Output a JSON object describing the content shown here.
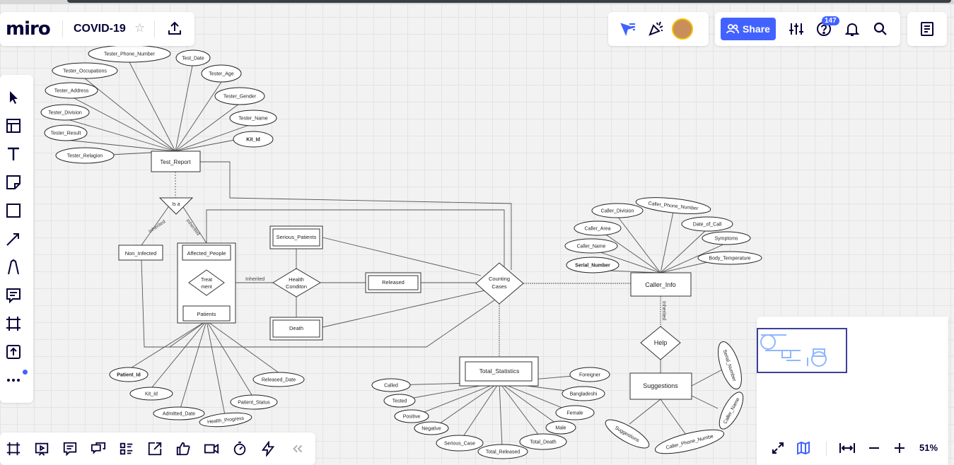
{
  "app": {
    "logo": "miro",
    "board_title": "COVID-19"
  },
  "header": {
    "share_label": "Share",
    "help_badge": "147"
  },
  "zoom": {
    "level": "51%"
  },
  "diagram": {
    "entities": {
      "test_report": "Test_Report",
      "non_infected": "Non_Infected",
      "affected_people": "Affected_People",
      "patients": "Patients",
      "serious_patients": "Serious_Patients",
      "released": "Released",
      "death": "Death",
      "caller_info": "Caller_Info",
      "suggestions": "Suggestions",
      "total_statistics": "Total_Statistics"
    },
    "relations": {
      "is_a": "Is a",
      "treatment_1": "Treat",
      "treatment_2": "ment",
      "health_condition_1": "Health",
      "health_condition_2": "Conditon",
      "counting_cases_1": "Counting",
      "counting_cases_2": "Cases",
      "help": "Help"
    },
    "edge_labels": {
      "inherited_left": "Inherited",
      "inherited_right": "Inherited",
      "inherited_health": "Inherited",
      "inherited_caller": "Inherited"
    },
    "tester_attributes": [
      "Tester_Phone_Number",
      "Test_Date",
      "Tester_Occupations",
      "Tester_Age",
      "Tester_Address",
      "Tester_Gender",
      "Tester_Division",
      "Tester_Name",
      "Tester_Result",
      "Kit_Id",
      "Tester_Relagion"
    ],
    "patient_attributes": [
      "Patient_Id",
      "Kit_Id",
      "Admitted_Date",
      "Health_Progress",
      "Patient_Status",
      "Released_Date"
    ],
    "caller_attributes": [
      "Caller_Division",
      "Caller_Phone_Number",
      "Caller_Area",
      "Date_of_Call",
      "Symptoms",
      "Caller_Name",
      "Serial_Number",
      "Body_Temperature"
    ],
    "statistics_attributes": [
      "Called",
      "Tested",
      "Positive",
      "Negative",
      "Serious_Case",
      "Total_Released",
      "Total_Death",
      "Male",
      "Female",
      "Bangladeshi",
      "Foreigner"
    ],
    "suggestion_attributes": [
      "Serial_Number",
      "Caller_Name",
      "Caller_Phone_Numbe",
      "Suggestions"
    ]
  }
}
